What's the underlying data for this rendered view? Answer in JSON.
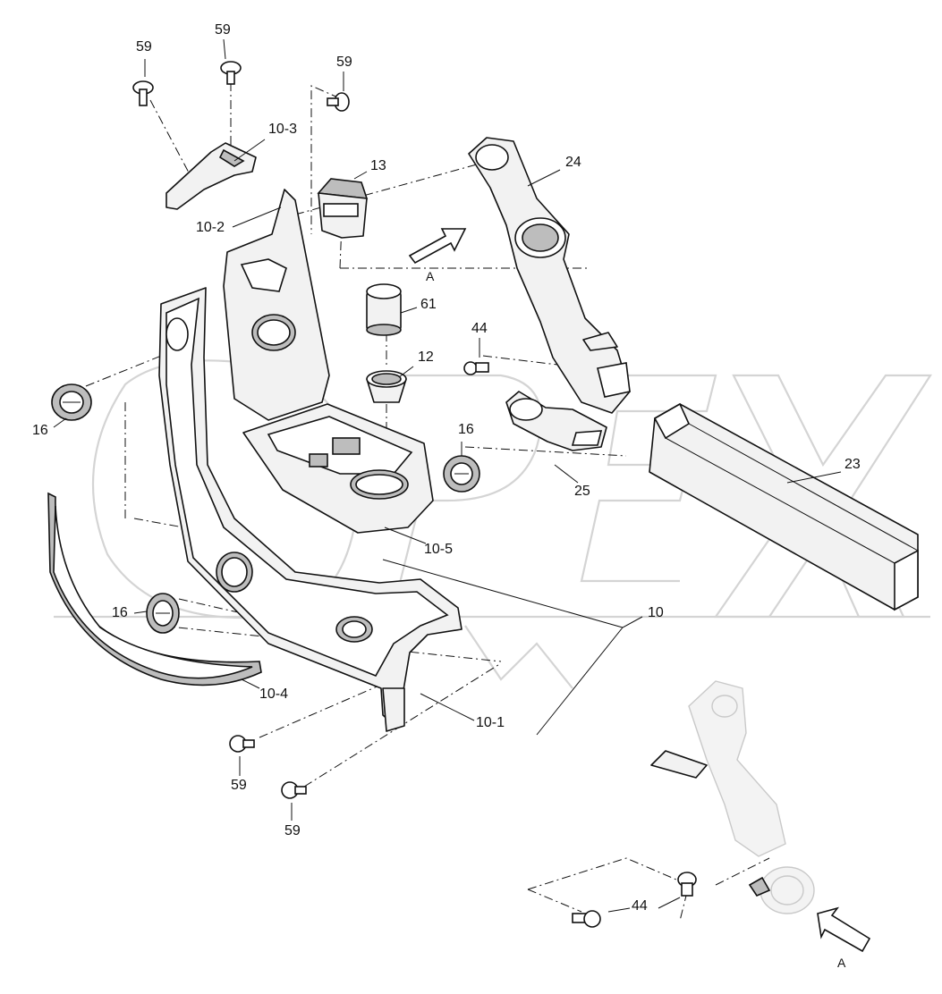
{
  "diagram": {
    "callouts": {
      "c59_a": "59",
      "c59_b": "59",
      "c59_c": "59",
      "c59_d": "59",
      "c59_e": "59",
      "c10_3": "10-3",
      "c13": "13",
      "c10_2": "10-2",
      "c24": "24",
      "c61": "61",
      "c44_a": "44",
      "c12": "12",
      "c16_a": "16",
      "c16_b": "16",
      "c16_c": "16",
      "c25": "25",
      "c23": "23",
      "c10_5": "10-5",
      "c10": "10",
      "c10_4": "10-4",
      "c10_1": "10-1",
      "c44_b": "44",
      "view_a_top": "A",
      "view_a_bottom": "A"
    },
    "watermark": "OPEX"
  }
}
